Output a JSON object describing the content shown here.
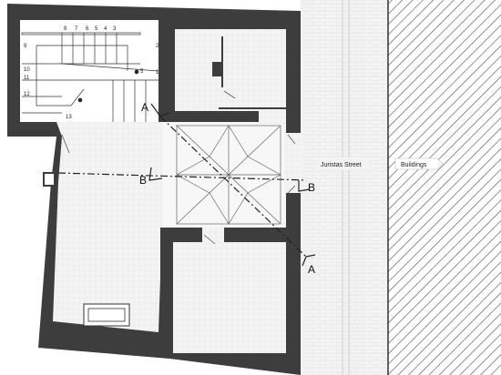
{
  "street": {
    "name": "Juristas Street"
  },
  "buildings": {
    "label": "Buildings"
  },
  "sections": {
    "a": "A",
    "b": "B"
  },
  "stair": {
    "top_steps": [
      "8",
      "7",
      "6",
      "5",
      "4",
      "3"
    ],
    "left_steps": [
      "9",
      "10",
      "11",
      "12"
    ],
    "right_steps": [
      "2",
      "1"
    ],
    "landing": "5",
    "bottom": "13"
  },
  "colors": {
    "wall": "#3d3d3d",
    "paving": "#f2f2f2",
    "hatch": "#555555"
  }
}
